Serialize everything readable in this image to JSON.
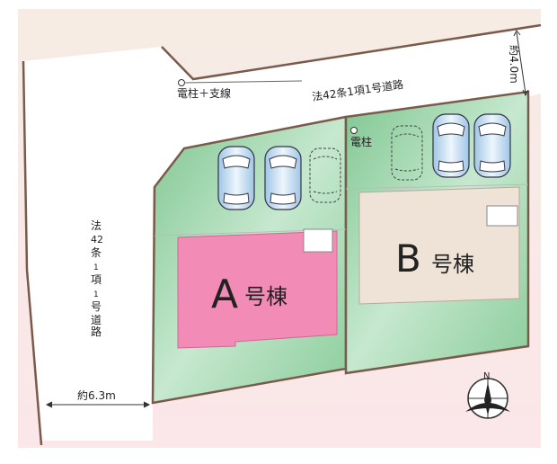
{
  "labels": {
    "top_road": "法42条1項1号道路",
    "left_road": [
      "法",
      "42",
      "条",
      "1",
      "項",
      "1",
      "号",
      "道",
      "路"
    ],
    "pole_with_guy": "電柱＋支線",
    "pole": "電柱",
    "top_road_width": "約4.0m",
    "left_road_width": "約6.3m",
    "house_a": "A",
    "house_a_suffix": "号棟",
    "house_b": "B",
    "house_b_suffix": "号棟",
    "compass": "N"
  },
  "colors": {
    "lot_green": "#8fcf9f",
    "house_a": "#f28bb5",
    "house_b": "#efe2d6",
    "border": "#7a5a4a",
    "bg_top": "#f6ece4",
    "bg_bottom": "#fbe8ea"
  }
}
